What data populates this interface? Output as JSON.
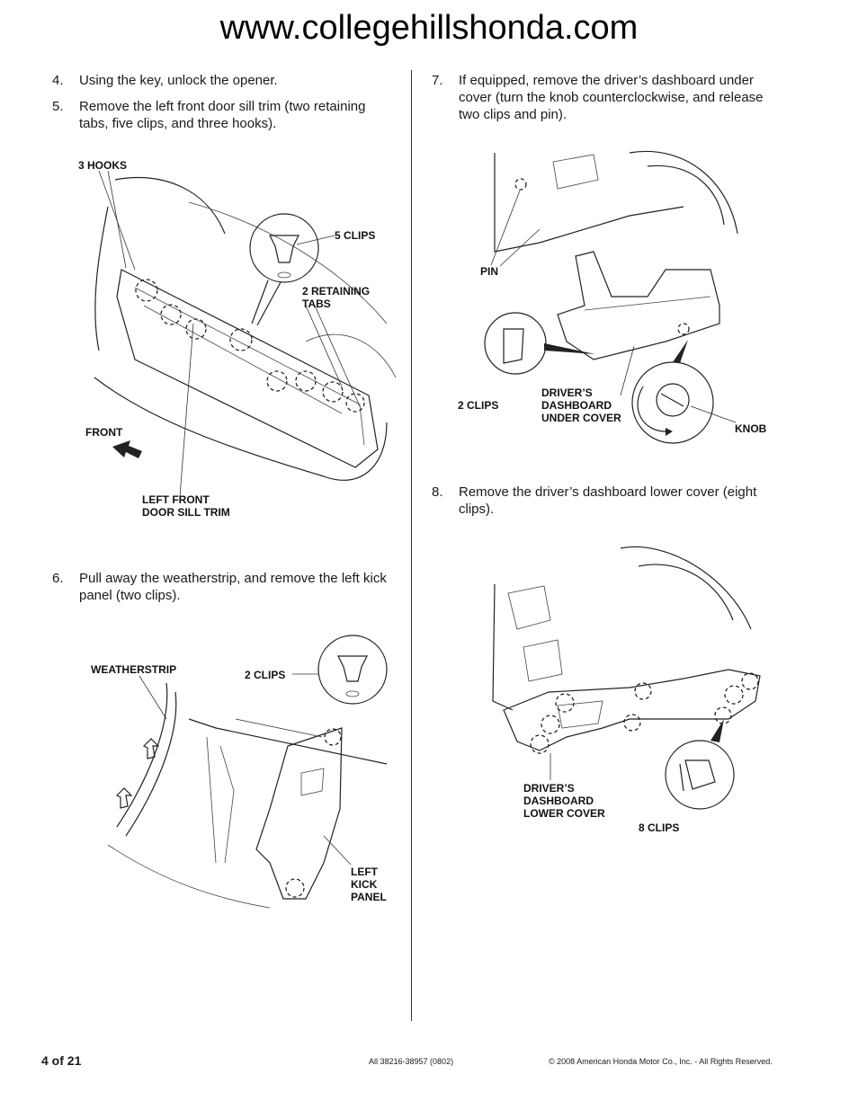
{
  "header": {
    "site": "www.collegehillshonda.com"
  },
  "steps": {
    "s4": {
      "num": "4.",
      "text": "Using the key, unlock the opener."
    },
    "s5": {
      "num": "5.",
      "text": "Remove the left front door sill trim (two retaining tabs, five clips, and three hooks)."
    },
    "s6": {
      "num": "6.",
      "text": "Pull away the weatherstrip, and remove the left kick panel (two clips)."
    },
    "s7": {
      "num": "7.",
      "text": "If equipped, remove the driver’s dashboard under cover (turn the knob counterclockwise, and release two clips and pin)."
    },
    "s8": {
      "num": "8.",
      "text": "Remove the driver’s dashboard lower cover (eight clips)."
    }
  },
  "figures": {
    "fig5": {
      "hooks": "3 HOOKS",
      "clips": "5 CLIPS",
      "tabs_line1": "2 RETAINING",
      "tabs_line2": "TABS",
      "front": "FRONT",
      "trim_line1": "LEFT FRONT",
      "trim_line2": "DOOR SILL TRIM"
    },
    "fig6": {
      "weatherstrip": "WEATHERSTRIP",
      "clips": "2 CLIPS",
      "panel_line1": "LEFT",
      "panel_line2": "KICK",
      "panel_line3": "PANEL"
    },
    "fig7": {
      "pin": "PIN",
      "clips": "2 CLIPS",
      "cover_line1": "DRIVER’S",
      "cover_line2": "DASHBOARD",
      "cover_line3": "UNDER COVER",
      "knob": "KNOB"
    },
    "fig8": {
      "cover_line1": "DRIVER’S",
      "cover_line2": "DASHBOARD",
      "cover_line3": "LOWER COVER",
      "clips": "8 CLIPS"
    }
  },
  "footer": {
    "page": "4 of 21",
    "part": "All 38216-38957 (0802)",
    "copyright": "© 2008 American Honda Motor Co., Inc. - All Rights Reserved."
  }
}
